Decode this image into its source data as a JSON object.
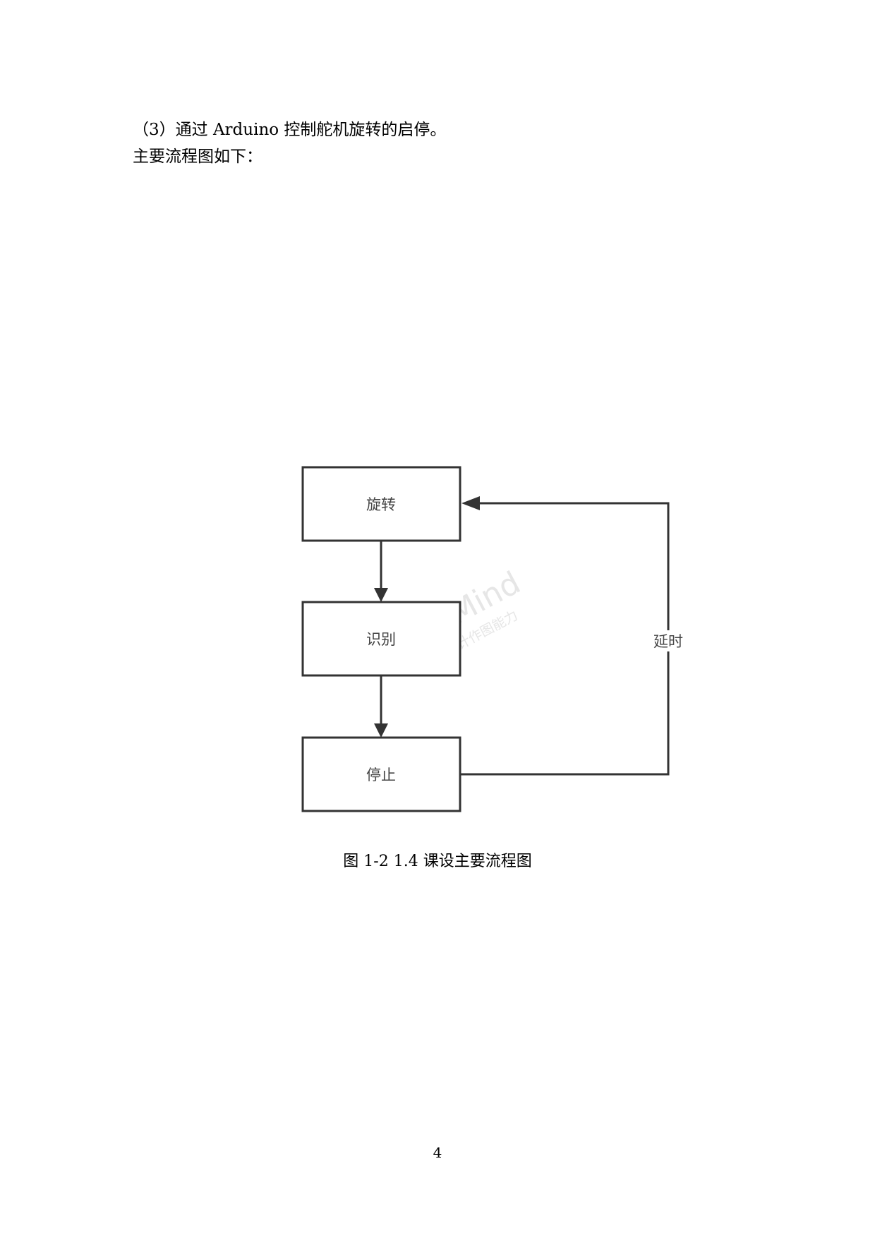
{
  "paragraphs": [
    "（3）通过 Arduino 控制舵机旋转的启停。",
    "主要流程图如下："
  ],
  "flowchart": {
    "nodes": [
      "旋转",
      "识别",
      "停止"
    ],
    "loop_label": "延时",
    "watermark": {
      "main": "WPS Mind",
      "sub": "WPS设计作图能力"
    }
  },
  "caption": "图 1-2 1.4 课设主要流程图",
  "page_number": "4",
  "colors": {
    "line": "#333333",
    "text": "#444444"
  }
}
